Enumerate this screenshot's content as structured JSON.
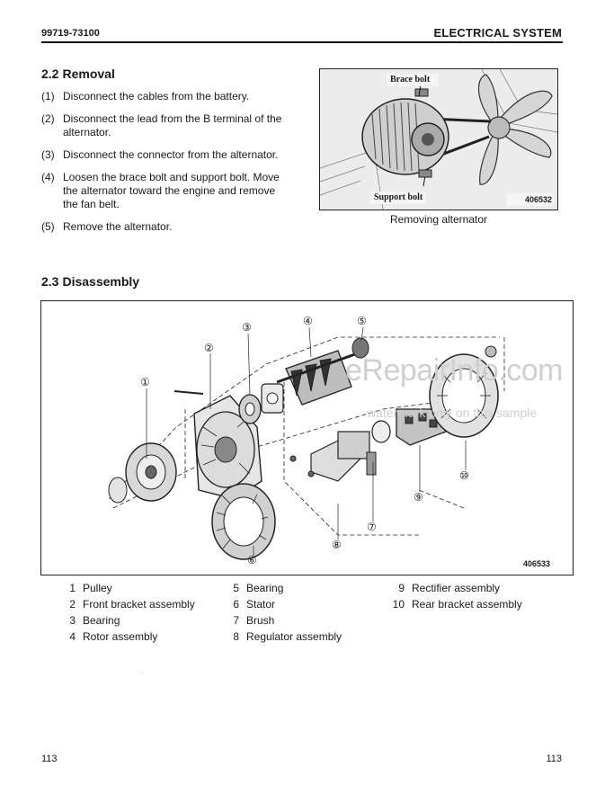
{
  "header": {
    "doc_number": "99719-73100",
    "section": "ELECTRICAL SYSTEM"
  },
  "removal": {
    "number": "2.2",
    "title": "Removal",
    "steps": [
      {
        "num": "(1)",
        "text": "Disconnect the cables from the battery."
      },
      {
        "num": "(2)",
        "text": "Disconnect the lead from the B terminal of the alternator."
      },
      {
        "num": "(3)",
        "text": "Disconnect the connector from the alternator."
      },
      {
        "num": "(4)",
        "text": "Loosen the brace bolt and support bolt. Move the alternator toward the engine and remove the fan belt."
      },
      {
        "num": "(5)",
        "text": "Remove the alternator."
      }
    ]
  },
  "photo": {
    "label_top": "Brace bolt",
    "label_bottom": "Support bolt",
    "figure_number": "406532",
    "caption": "Removing alternator"
  },
  "disassembly": {
    "number": "2.3",
    "title": "Disassembly",
    "figure_number": "406533",
    "watermark_1": "eRepairInfo.com",
    "watermark_2": "watermark only on this sample",
    "callouts": [
      "①",
      "②",
      "③",
      "④",
      "⑤",
      "⑥",
      "⑦",
      "⑧",
      "⑨",
      "⑩"
    ],
    "parts": [
      {
        "num": "1",
        "name": "Pulley"
      },
      {
        "num": "2",
        "name": "Front bracket assembly"
      },
      {
        "num": "3",
        "name": "Bearing"
      },
      {
        "num": "4",
        "name": "Rotor assembly"
      },
      {
        "num": "5",
        "name": "Bearing"
      },
      {
        "num": "6",
        "name": "Stator"
      },
      {
        "num": "7",
        "name": "Brush"
      },
      {
        "num": "8",
        "name": "Regulator assembly"
      },
      {
        "num": "9",
        "name": "Rectifier assembly"
      },
      {
        "num": "10",
        "name": "Rear bracket assembly"
      }
    ]
  },
  "footer": {
    "page_left": "113",
    "page_right": "113",
    "mark": "-"
  }
}
